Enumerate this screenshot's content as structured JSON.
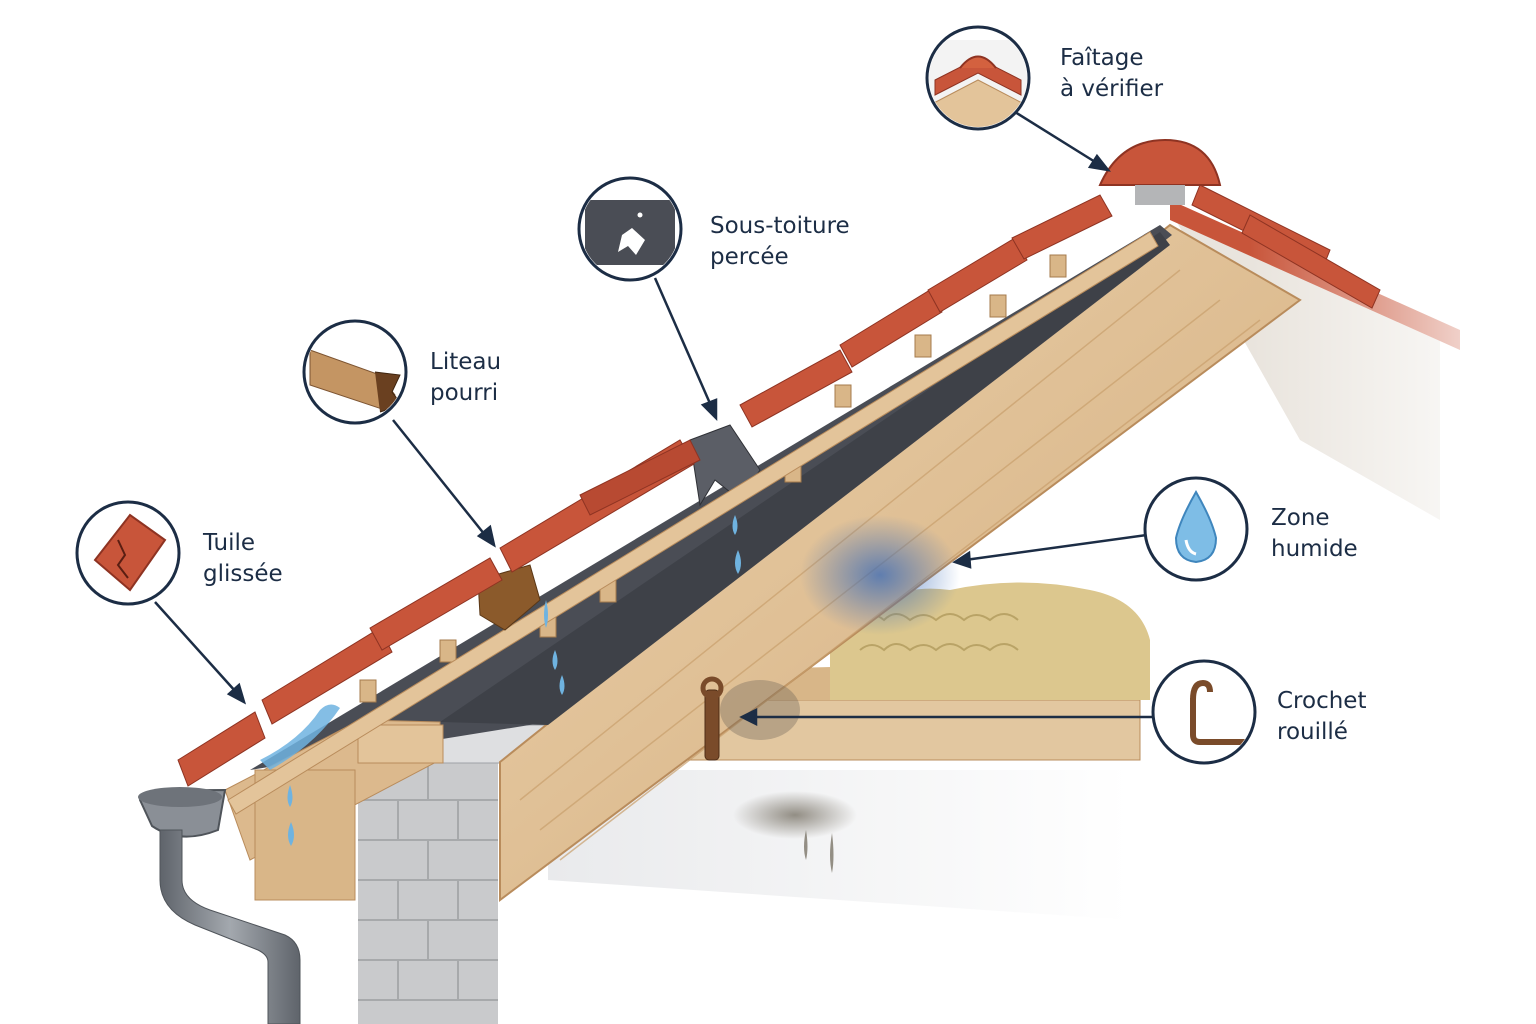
{
  "callouts": [
    {
      "id": "faitage",
      "lines": [
        "Faîtage",
        "à vérifier"
      ],
      "icon": "ridge-tile-icon"
    },
    {
      "id": "sous-toiture",
      "lines": [
        "Sous-toiture",
        "percée"
      ],
      "icon": "torn-membrane-icon"
    },
    {
      "id": "liteau",
      "lines": [
        "Liteau",
        "pourri"
      ],
      "icon": "rotten-batten-icon"
    },
    {
      "id": "tuile",
      "lines": [
        "Tuile",
        "glissée"
      ],
      "icon": "cracked-tile-icon"
    },
    {
      "id": "zone",
      "lines": [
        "Zone",
        "humide"
      ],
      "icon": "water-drop-icon"
    },
    {
      "id": "crochet",
      "lines": [
        "Crochet",
        "rouillé"
      ],
      "icon": "rusty-hook-icon"
    }
  ],
  "colors": {
    "outline": "#1c2d45",
    "tile": "#c8553a",
    "tile_dark": "#8e3322",
    "wood": "#e3c49a",
    "wood_dark": "#b98c5c",
    "membrane": "#4a4d55",
    "water": "#6fb3e0",
    "stain": "#3b6fb3",
    "block": "#c9cacc",
    "gutter": "#7b8087",
    "insulation": "#d9c48a"
  }
}
